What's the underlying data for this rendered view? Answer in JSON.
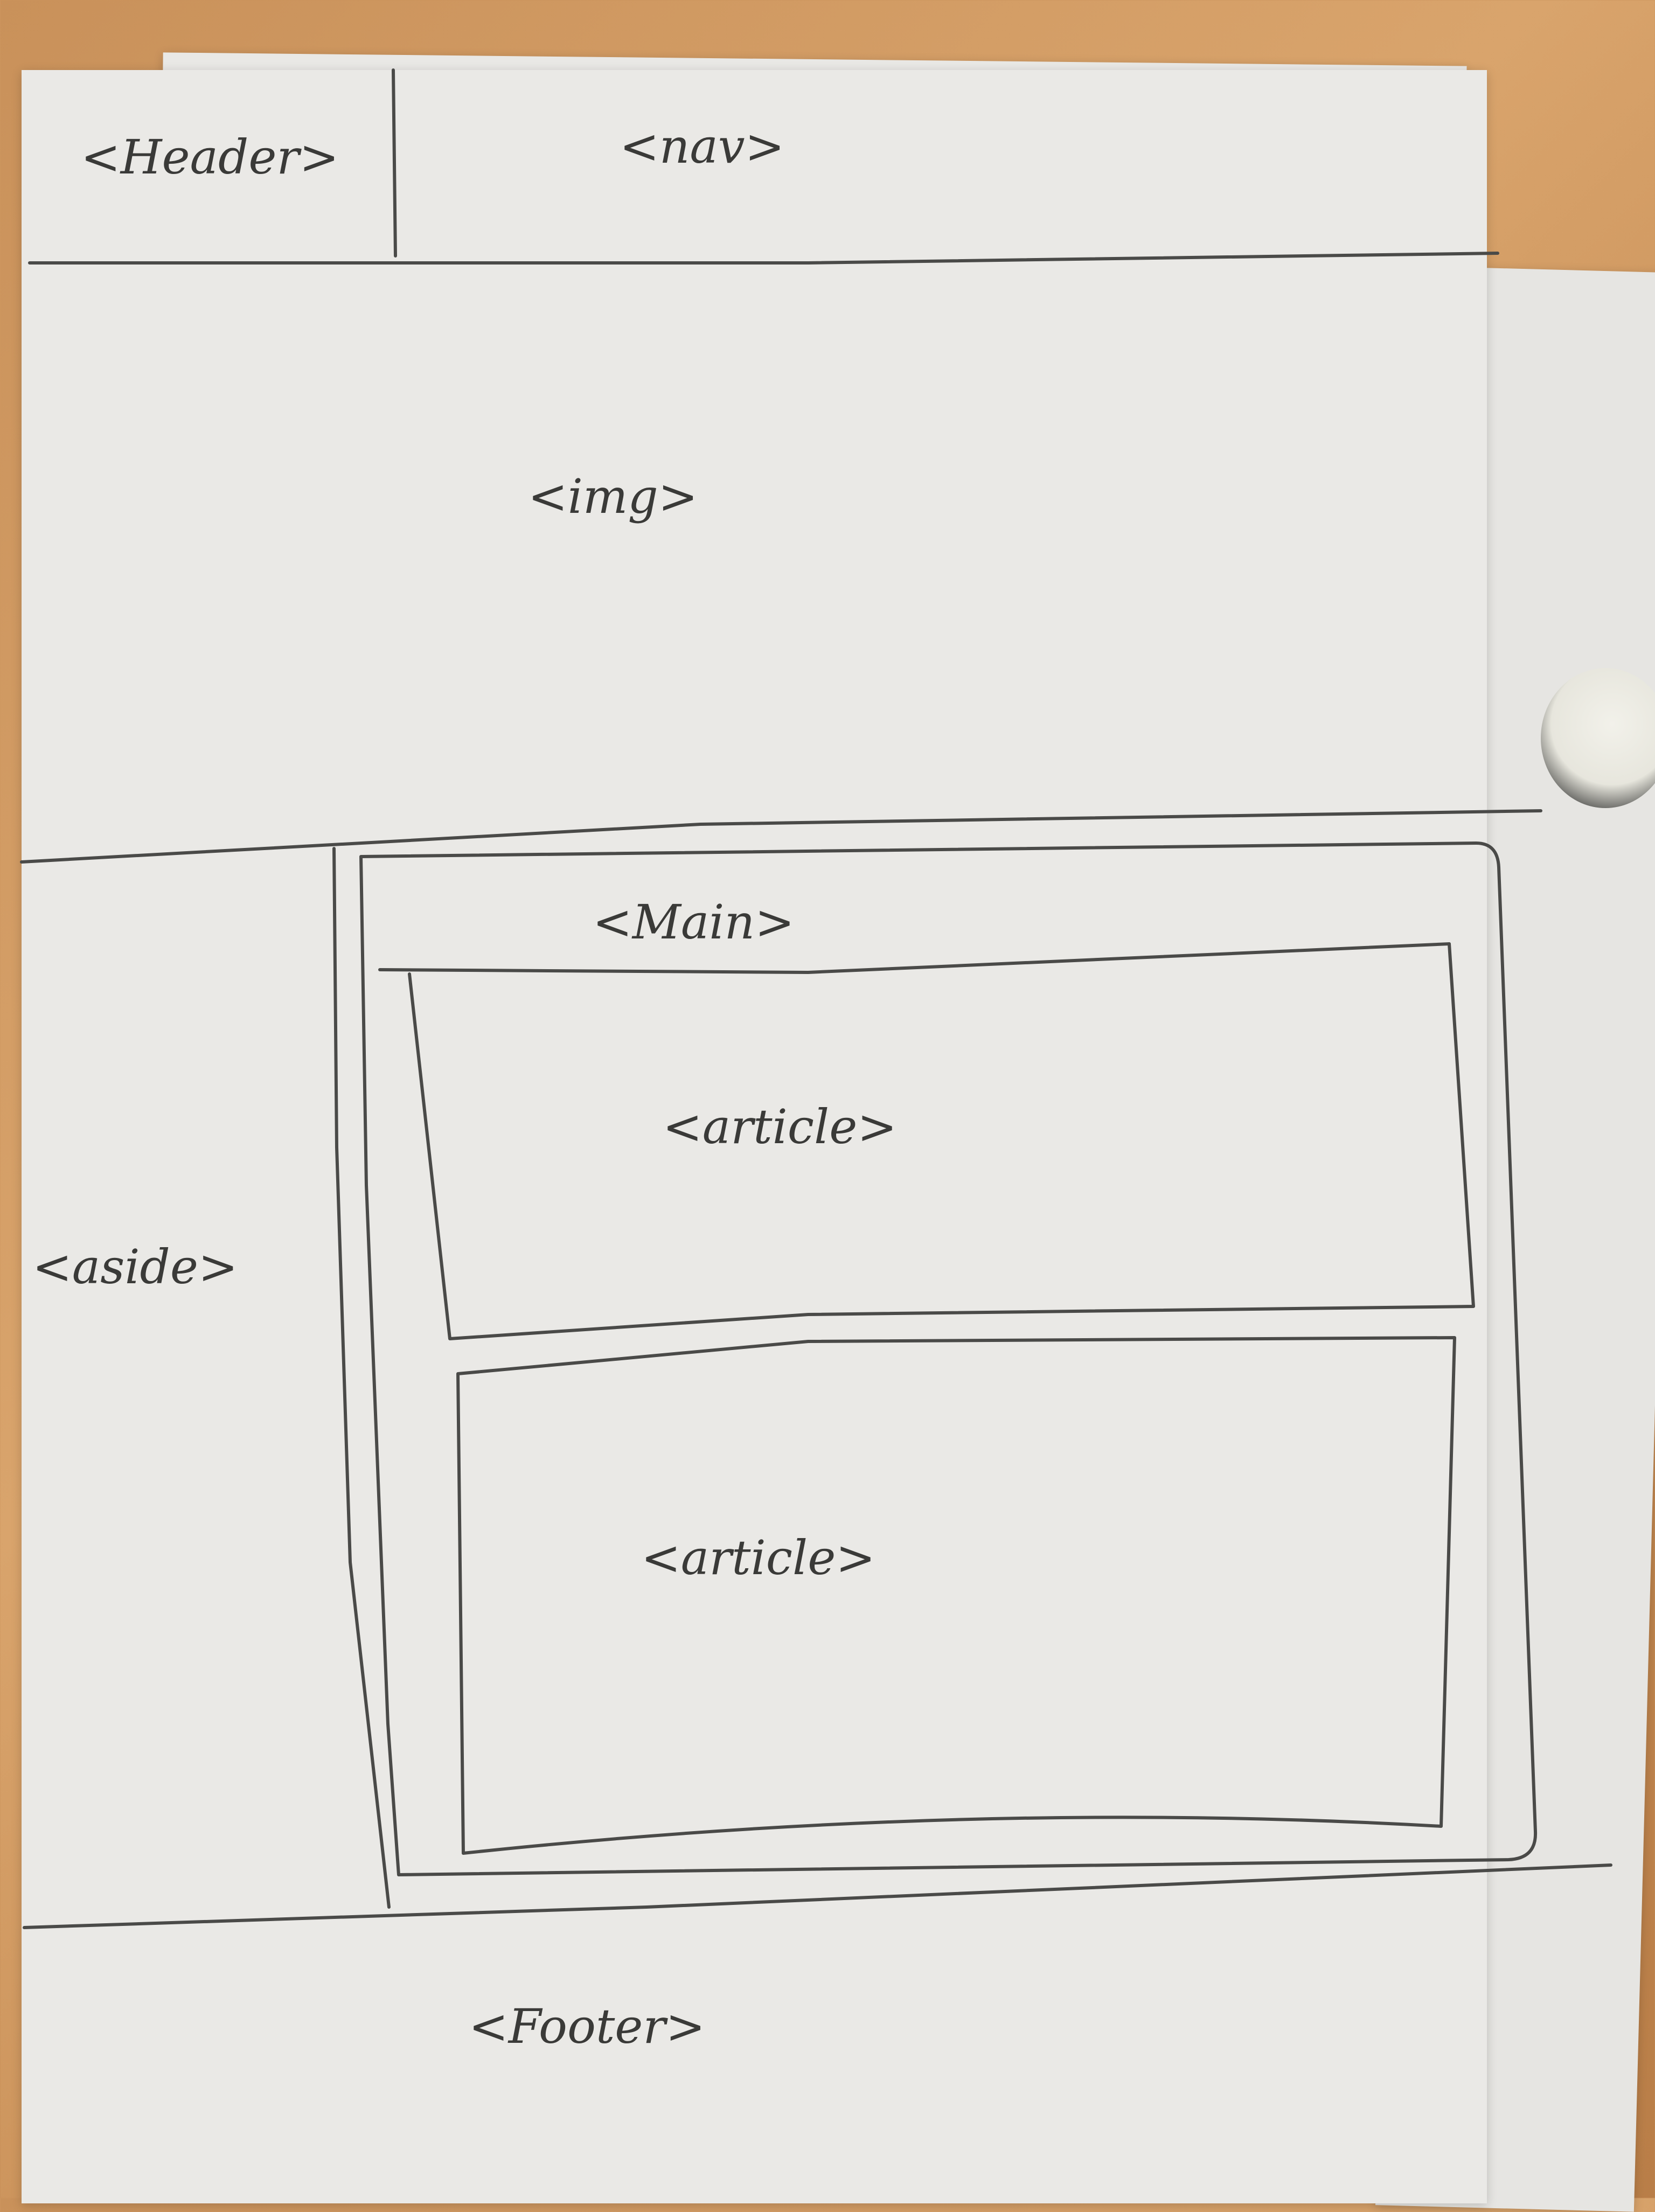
{
  "labels": {
    "header": "<Header>",
    "nav": "<nav>",
    "img": "<img>",
    "main": "<Main>",
    "aside": "<aside>",
    "article_1": "<article>",
    "article_2": "<article>",
    "footer": "<Footer>"
  },
  "colors": {
    "paper": "#eae9e6",
    "pencil": "#4a4a48",
    "table": "#c9915a"
  }
}
